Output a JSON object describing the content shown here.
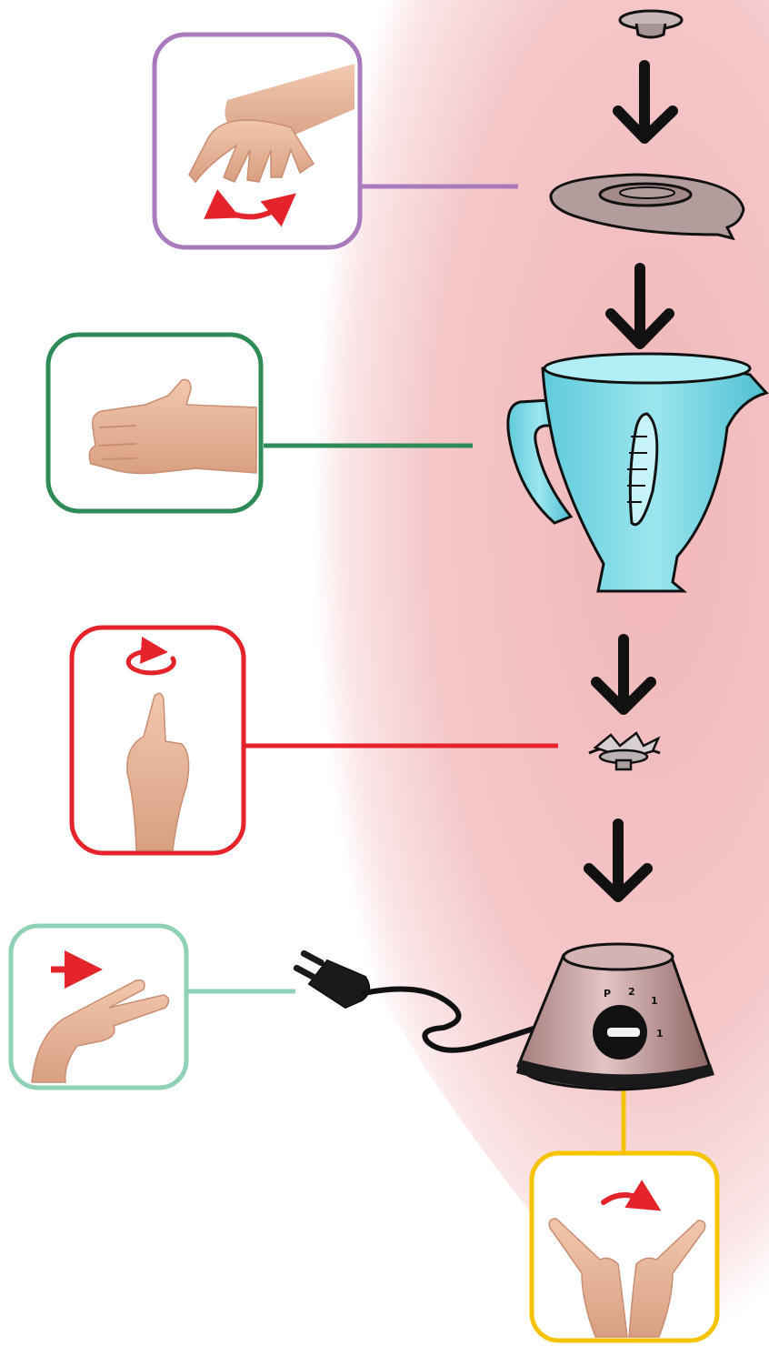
{
  "colors": {
    "background_glow": "#f3c4c6",
    "purple_frame": "#a97bbd",
    "green_frame": "#2e8b57",
    "red_frame": "#e5232b",
    "mint_frame": "#8fd1b4",
    "yellow_frame": "#f5c400",
    "arrow_color": "#111111",
    "jar_color": "#7ed8e4",
    "base_color": "#c9a3a3",
    "skin_tone": "#e9b79a"
  },
  "blender": {
    "knob_labels": [
      "P",
      "2",
      "1",
      "1"
    ]
  },
  "icons": {
    "purple_sign": "hand-grasp-twist-sign-icon",
    "green_sign": "fist-thumb-sign-icon",
    "red_sign": "index-finger-circle-sign-icon",
    "mint_sign": "two-finger-slide-sign-icon",
    "yellow_sign": "two-hands-twist-sign-icon"
  }
}
